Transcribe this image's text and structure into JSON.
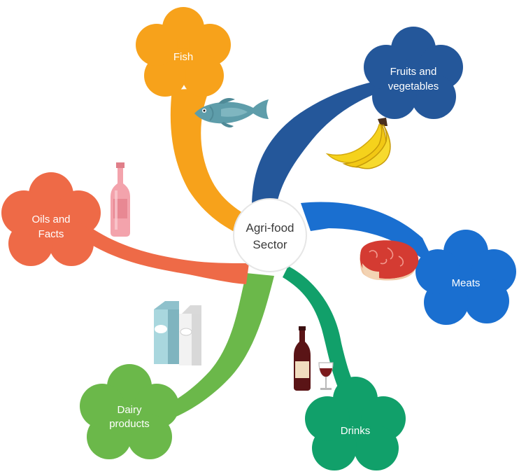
{
  "center": {
    "line1": "Agri-food",
    "line2": "Sector",
    "fill": "#ffffff"
  },
  "branches": [
    {
      "id": "fish",
      "lines": [
        "Fish"
      ],
      "color": "#F7A21B",
      "icon": "fish-icon"
    },
    {
      "id": "fruits",
      "lines": [
        "Fruits and",
        "vegetables"
      ],
      "color": "#24579A",
      "icon": "banana-icon"
    },
    {
      "id": "meats",
      "lines": [
        "Meats"
      ],
      "color": "#1A6FD0",
      "icon": "steak-icon"
    },
    {
      "id": "drinks",
      "lines": [
        "Drinks"
      ],
      "color": "#11A06A",
      "icon": "wine-bottle-icon"
    },
    {
      "id": "dairy",
      "lines": [
        "Dairy",
        "products"
      ],
      "color": "#6BB84A",
      "icon": "milk-carton-icon"
    },
    {
      "id": "oils",
      "lines": [
        "Oils and",
        "Facts"
      ],
      "color": "#EE6A47",
      "icon": "oil-bottle-icon"
    }
  ]
}
